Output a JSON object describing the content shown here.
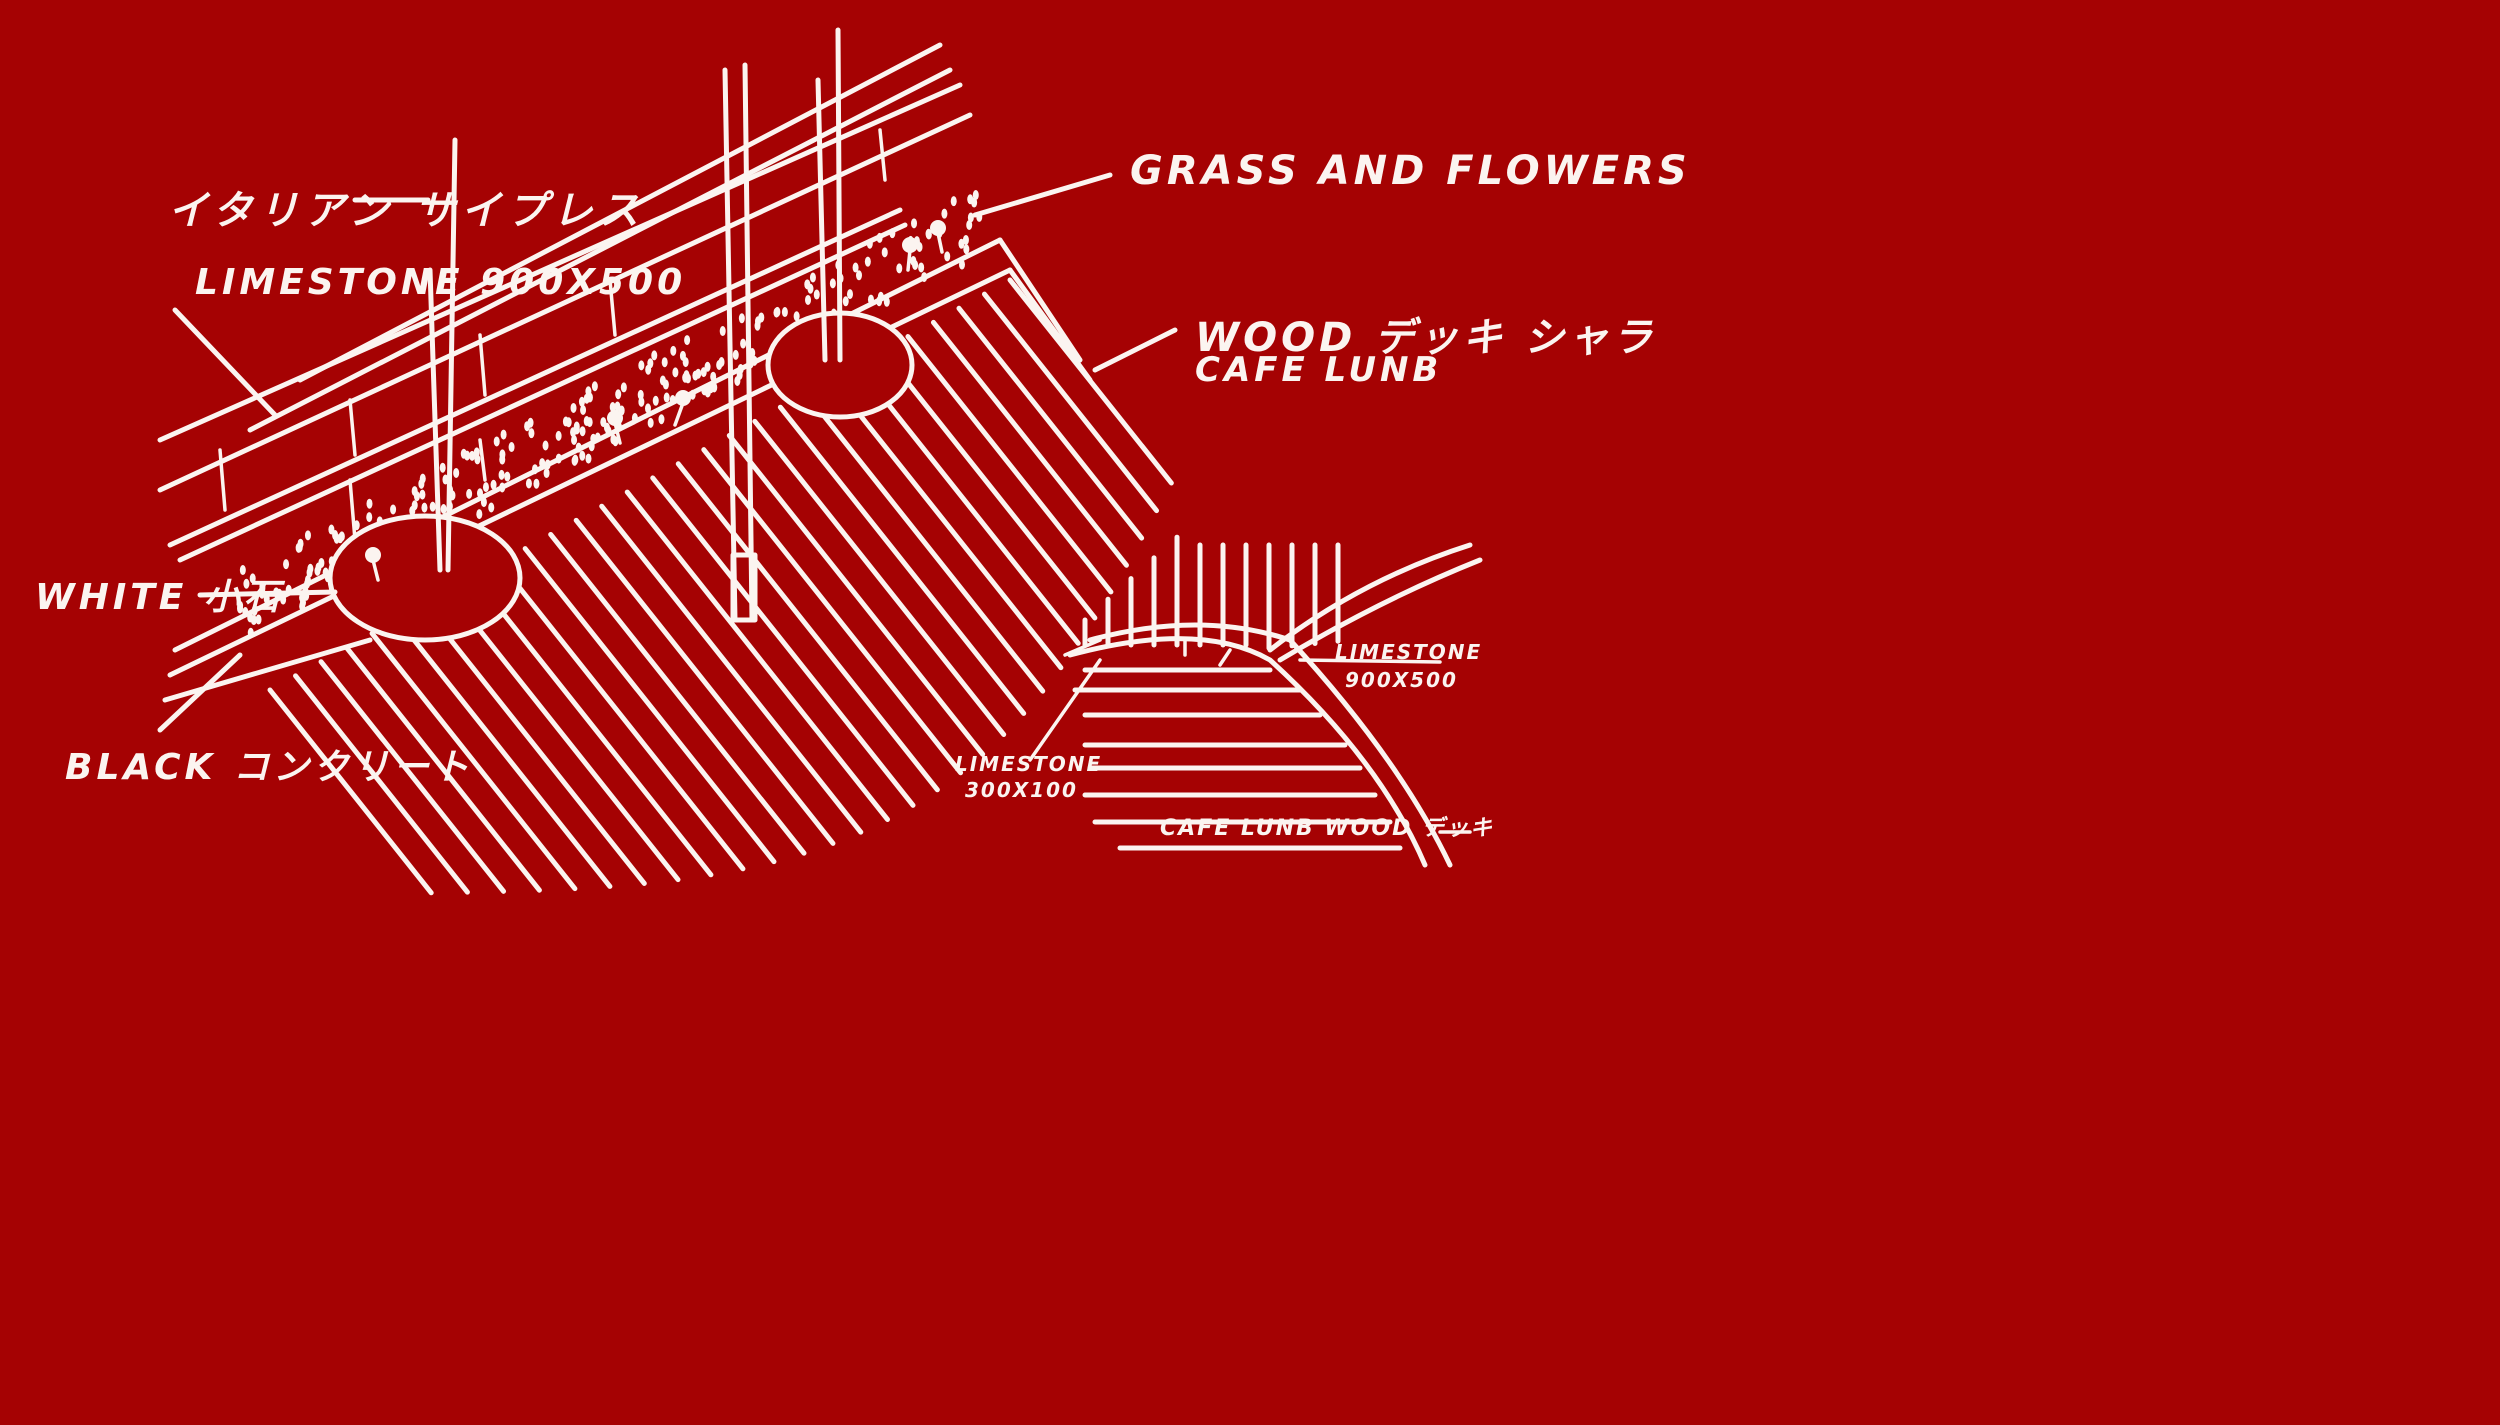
{
  "colors": {
    "background": "#a50203",
    "ink": "#fbf4f0"
  },
  "labels": {
    "cypress": "イタリアン サイプレス",
    "limestone_wall": "LIMESTONE 900X500",
    "grass": "GRASS AND FLOWERS",
    "wood_deck_1": "WOOD デッキ シャラ",
    "wood_deck_2": "CAFE LUNB",
    "white_gravel": "WHITE 小石",
    "black_concrete": "BLACK コンクリート"
  },
  "inset": {
    "limestone_right_1": "LIMESTONE",
    "limestone_right_2": "900X500",
    "limestone_left_1": "LIMESTONE",
    "limestone_left_2": "300X100",
    "deck": "CAFE LUNB  WOOD デッキ"
  }
}
